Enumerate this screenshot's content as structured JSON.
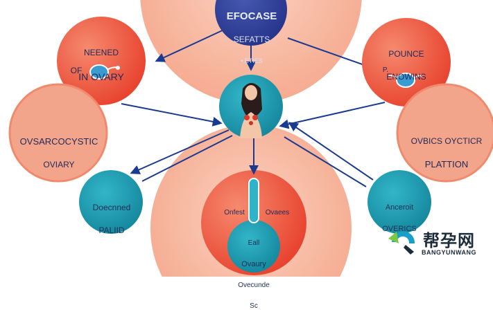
{
  "nodes": {
    "top_center": {
      "line1": "EFOCASE",
      "line2": "SEFATTS",
      "line3": "• ETIES"
    },
    "top_left": {
      "line1": "NEENED",
      "line2": "IN OVARY",
      "line3": "OF"
    },
    "top_right": {
      "line1": "POUNCE",
      "line2": "ENOWINS",
      "line3": "P."
    },
    "mid_left": {
      "line1": "OVSARCOCYSTIC",
      "line2": "OVIARY"
    },
    "mid_right": {
      "line1": "OVBICS OYCTICR",
      "line2": "PLATTION"
    },
    "low_left": {
      "line1": "Doecnned",
      "line2": "PALIID"
    },
    "low_right": {
      "line1": "Anceroit",
      "line2": "OVERICS"
    },
    "bottom_center": {
      "left_label": "Onfest",
      "right_label": "Ovaees",
      "bubble_line1": "Eall",
      "bubble_line2": "Ovaury",
      "bubble_line3": "Ovecunde",
      "bubble_line4": "Sc"
    }
  },
  "watermark": {
    "cn_text": "帮孕网",
    "en_text": "BANGYUNWANG"
  },
  "colors": {
    "peach": "#f6b69e",
    "salmon": "#f49a7e",
    "red": "#ec5a44",
    "teal": "#1f9fb4",
    "navy": "#2b3a8e",
    "arrow": "#1a3a8f"
  }
}
